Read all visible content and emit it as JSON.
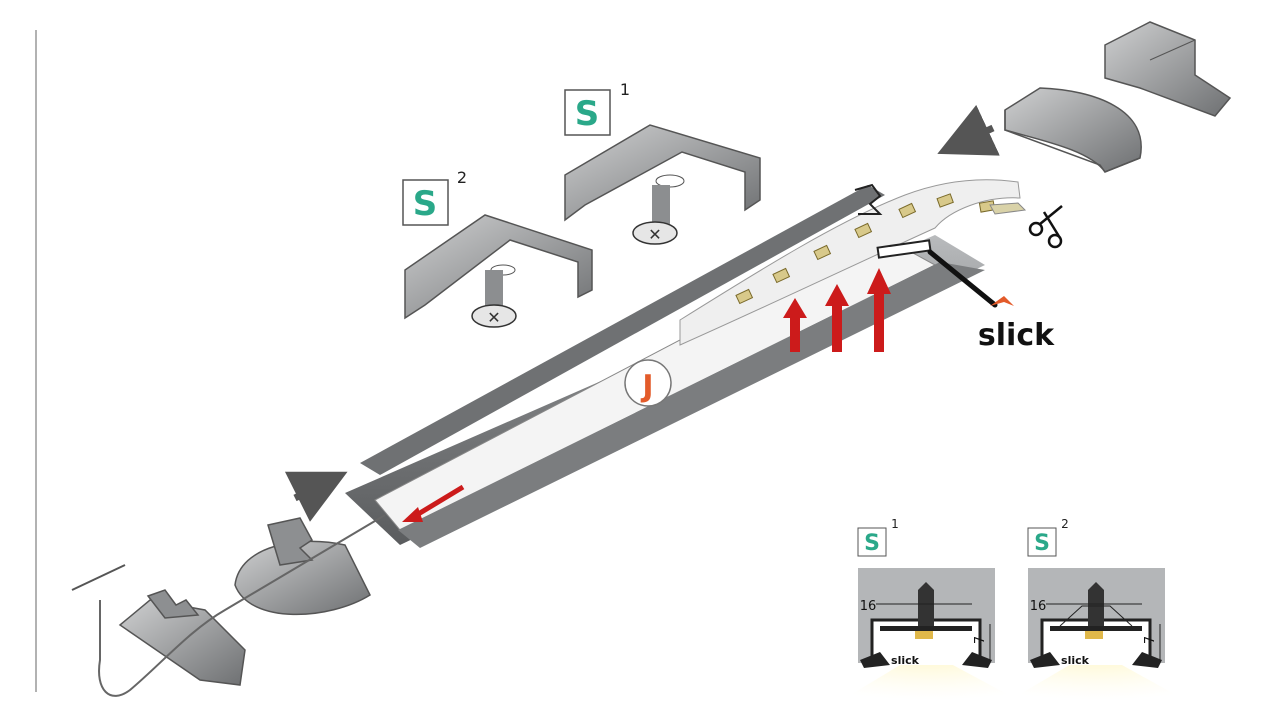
{
  "labels": {
    "mount_letter": "S",
    "mount1_index": "1",
    "mount2_index": "2",
    "strip_marker": "J",
    "brand": "slick"
  },
  "dimensions": {
    "profile_width": "16",
    "profile_height": "7"
  },
  "colors": {
    "mount_badge": "#2aa889",
    "marker_orange": "#e35b2a",
    "arrow_red": "#cc1b1b",
    "profile_gray": "#8c8e90",
    "arrow_dark": "#555555",
    "light_glow": "#fff3b0"
  },
  "icons": {
    "cut": "scissors-icon",
    "direction": "arrow-icon"
  }
}
